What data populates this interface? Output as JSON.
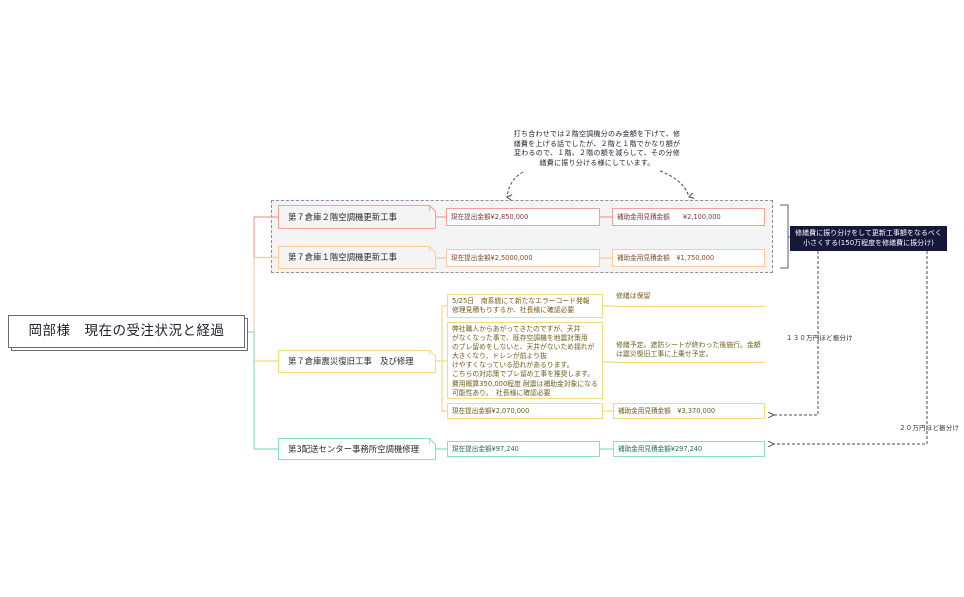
{
  "title": "岡部様　現在の受注状況と経過",
  "comment": "打ち合わせでは２階空調機分のみ金額を下げて、修\n繕費を上げる話でしたが、２階と１階でかなり額が\n変わるので、１階、２階の額を減らして、その分修\n繕費に振り分ける様にしています。",
  "summary": "修繕費に振り分けをして更新工事額をなるべく\n小さくする(150万程度を修繕費に振分け)",
  "branches": [
    {
      "label": "第７倉庫２階空調機更新工事",
      "current_amount": "現在提出金額¥2,850,000",
      "subsidy_estimate": "補助金用見積金額　　¥2,100,000"
    },
    {
      "label": "第７倉庫１階空調機更新工事",
      "current_amount": "現在提出金額¥2,5000,000",
      "subsidy_estimate": "補助金用見積金額　¥1,750,000"
    },
    {
      "label": "第７倉庫震災復旧工事　及び修理",
      "notes": [
        {
          "text": "5/25日　南系統にて新たなエラーコード発報\n修理見積もりするか、社長様に確認必要",
          "followup": "修繕は保留"
        },
        {
          "text": "弊社職人からあがってきたのですが、天井\nがなくなった事で、既存空調機を地震対策用\nのブレ留めをしないと、天井がないため揺れが\n大きくなり、ドレンが前より抜\nけやすくなっている恐れがあるります。\nこちらの対応策でブレ留め工事を推奨します。\n費用概算350,000程度 耐震は補助金対象になる\n可能性あり。　社長様に確認必要",
          "followup": "修繕予定。遮防シートが終わった後施行。金額\nは震災復旧工事に上乗せ予定。"
        }
      ],
      "current_amount": "現在提出金額¥2,070,000",
      "subsidy_estimate": "補助金用見積金額　¥3,370,000"
    },
    {
      "label": "第3配送センター事務所空調機修理",
      "current_amount": "現在提出金額¥97,240",
      "subsidy_estimate": "補助金用見積金額¥297,240"
    }
  ],
  "transfers": [
    {
      "label": "１３０万円ほど振分け"
    },
    {
      "label": "２０万円ほど振分け"
    }
  ],
  "colors": {
    "red": "#f2a09b",
    "orange": "#f7cc9e",
    "yellow": "#f2da7e",
    "teal": "#8adcc5",
    "red_text": "#7d3838",
    "orange_text": "#7a4b2b",
    "yellow_text": "#6e5c19",
    "teal_text": "#1f6e58",
    "navy": "#15173b",
    "dash": "#8e909c",
    "group_bg": "#f4f4f5"
  }
}
